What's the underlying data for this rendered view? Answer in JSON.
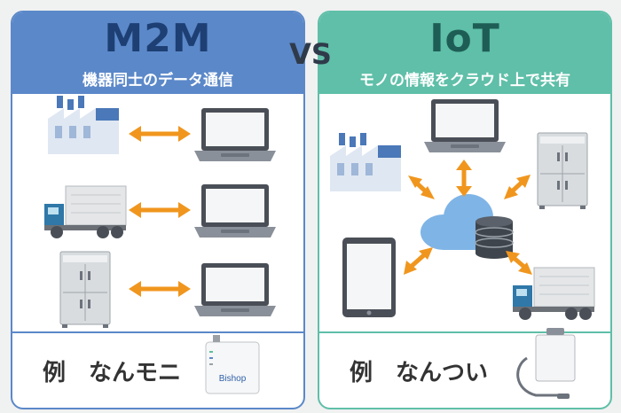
{
  "left_panel": {
    "title": "M2M",
    "subtitle": "機器同士のデータ通信",
    "example_label": "例",
    "example_text": "なんモニ",
    "device_brand": "Bishop"
  },
  "vs_label": "VS",
  "right_panel": {
    "title": "IoT",
    "subtitle": "モノの情報をクラウド上で共有",
    "example_label": "例",
    "example_text": "なんつい"
  },
  "colors": {
    "m2m_accent": "#5b88c9",
    "iot_accent": "#5fbfa8",
    "arrow": "#f0961e"
  },
  "icons": {
    "m2m": [
      "factory-icon",
      "truck-icon",
      "refrigerator-icon",
      "laptop-icon",
      "double-arrow-icon",
      "monitor-device-icon"
    ],
    "iot": [
      "cloud-icon",
      "database-icon",
      "laptop-icon",
      "factory-icon",
      "refrigerator-icon",
      "tablet-icon",
      "truck-icon",
      "sensor-device-icon"
    ]
  }
}
